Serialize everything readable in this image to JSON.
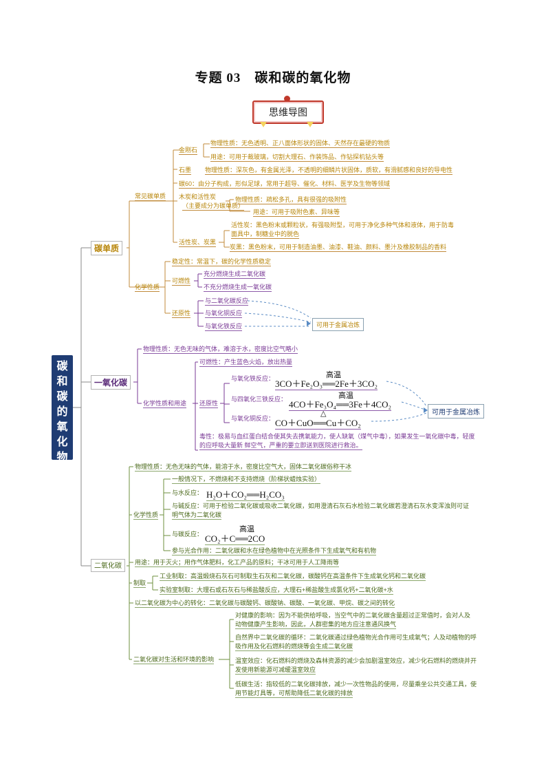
{
  "title": "专题 03　碳和碳的氧化物",
  "badge": "思维导图",
  "root": [
    "碳",
    "和",
    "碳",
    "的",
    "氧",
    "化",
    "物"
  ],
  "colors": {
    "root_bg": "#1f3c73",
    "gold": "#b8860b",
    "purple": "#7a3a96",
    "green": "#4d6b1e",
    "badge_border": "#c0392b"
  },
  "carbon": {
    "label": "碳单质",
    "common": "常见碳单质",
    "diamond": "金刚石",
    "diamond_phys": "物理性质：无色透明、正八面体形状的固体、天然存在最硬的物质",
    "diamond_use": "用途：可用于裁玻璃，切割大理石、作装饰品、作钻探机钻头等",
    "graphite": "石墨",
    "graphite_phys": "物理性质：深灰色，有金属光泽，不透明的细鳞片状固体，质软，有滑腻感和良好的导电性",
    "c60": "碳60：由分子构成，形似足球，常用于超导、催化、材料、医学及生物等领域",
    "charcoal": "木炭和活性炭",
    "charcoal_note": "（主要成分为碳单质）",
    "charcoal_phys": "物理性质：疏松多孔，具有很强的吸附性",
    "charcoal_use": "用途：可用于吸附色素、异味等",
    "active_black": "活性炭、炭黑",
    "active_line1": "活性炭：黑色粉末或颗粒状，有强吸附型，可用于净化多种气体和液体，用于防毒",
    "active_line2": "面具中，制糖业中的脱色",
    "carbon_black": "炭黑：黑色粉末，可用于制造油墨、油漆、鞋油、颜料、墨汁及橡胶制品的香料",
    "chem": "化学性质",
    "stable": "稳定性：常温下，碳的化学性质稳定",
    "flammable": "可燃性",
    "full_burn": "充分燃烧生成二氧化碳",
    "partial_burn": "不充分燃烧生成一氧化碳",
    "reducing": "还原性",
    "r_co2": "与二氧化碳反应",
    "r_cuo": "与氧化铜反应",
    "r_fe2o3": "与氧化铁反应",
    "metallurgy": "可用于金属冶炼"
  },
  "co": {
    "label": "一氧化碳",
    "phys": "物理性质：无色无味的气体，难溶于水，密度比空气略小",
    "chem_use": "化学性质和用途",
    "flammable": "可燃性：产生蓝色火焰，放出热量",
    "reducing": "还原性",
    "fe2o3_label": "与氧化铁反应：",
    "fe2o3_eq": "3CO＋Fe₂O₃══2Fe＋3CO₂",
    "fe2o3_cond": "高温",
    "fe3o4_label": "与四氧化三铁反应：",
    "fe3o4_eq": "4CO＋Fe₃O₄══3Fe＋4CO₂",
    "fe3o4_cond": "高温",
    "cuo_label": "与氧化铜反应：",
    "cuo_eq": "CO＋CuO══Cu＋CO₂",
    "cuo_cond": "△",
    "metallurgy": "可用于金属冶炼",
    "toxic1": "毒性：极易与血红蛋白结合使其失去携氧能力，使人缺氧（煤气中毒），如果发生一氧化碳中毒，轻度",
    "toxic2": "的应呼吸大量新 鲜空气，严重的要立即送到医院进行救治。"
  },
  "co2": {
    "label": "二氧化碳",
    "phys": "物理性质：无色无味的气体，能溶于水，密度比空气大，固体二氧化碳俗称干冰",
    "chem": "化学性质",
    "no_burn": "一般情况下，不燃烧和不支持燃烧（阶梯状蜡烛实验）",
    "water_label": "与水反应：",
    "water_eq": "H₂O＋CO₂══H₂CO₃",
    "lime1": "与碱反应：可用于检验二氧化碳或吸收二氧化碳，如用澄清石灰石水检验二氧化碳若澄清石灰水变浑浊则可证",
    "lime2": "明气体为二氧化碳",
    "carbon_label": "与碳反应：",
    "carbon_eq": "CO₂＋C══2CO",
    "carbon_cond": "高温",
    "photo": "参与光合作用：二氧化碳和水在绿色植物中在光照条件下生成氧气和有机物",
    "use": "用途：用于灭火；用作气体肥料，化工产品的原料；干冰可用于人工降雨等",
    "prep": "制取",
    "industrial": "工业制取：高温煅烧石灰石可制取生石灰和二氧化碳，碳酸钙在高温条件下生成氧化钙和二氧化碳",
    "lab": "实验室制取：大理石或石灰石与稀盐酸反应，大理石+稀盐酸生成氯化钙+二氧化碳+水",
    "convert": "以二氧化碳为中心的转化：二氧化碳与碳酸钙、碳酸钠、碳酸、一氧化碳、甲烷、碳之间的转化",
    "impact": "二氧化碳对生活和环境的影响",
    "health1": "对健康的影响：因为不能供给呼吸，当空气中的二氧化碳含量超过正常值时，会对人及",
    "health2": "动物健康产生影响，因此，人群密集的地方应注意通风换气",
    "cycle1": "自然界中二氧化碳的循环：二氧化碳通过绿色植物光合作用可生成氧气；人及动植物的呼",
    "cycle2": "吸作用及化石燃料的燃烧等会生成二氧化碳",
    "green1": "温室效应：化石燃料的燃烧及森林资源的减少会加剧温室效应，减少化石燃料的燃烧并开",
    "green2": "发使用新能源可减缓温室效应",
    "low1": "低碳生活：指较低的二氧化碳排放，减少一次性物品的使用，尽量乘坐公共交通工具，使",
    "low2": "用节能灯具等，可帮助降低二氧化碳的排放"
  }
}
